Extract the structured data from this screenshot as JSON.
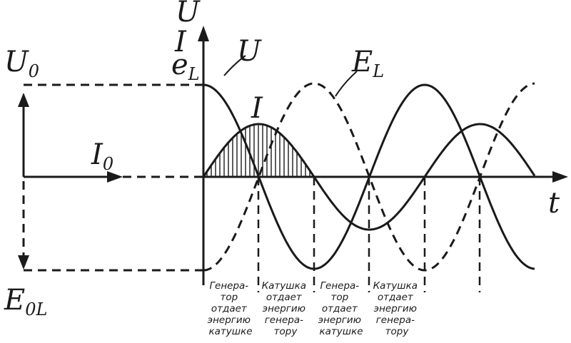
{
  "labels": {
    "U_axis": "U",
    "I_axis": "I",
    "eL_axis_main": "e",
    "eL_axis_sub": "L",
    "U_curve": "U",
    "I_curve": "I",
    "EL_curve_main": "E",
    "EL_curve_sub": "L",
    "t_axis": "t",
    "U0_main": "U",
    "U0_sub": "0",
    "I0_main": "I",
    "I0_sub": "0",
    "E0L_main": "E",
    "E0L_sub": "0L"
  },
  "phases": [
    [
      "Генера-",
      "тор",
      "отдает",
      "энергию",
      "катушке"
    ],
    [
      "Катушка",
      "отдает",
      "энергию",
      "генера-",
      "тору"
    ],
    [
      "Генера-",
      "тор",
      "отдает",
      "энергию",
      "катушке"
    ],
    [
      "Катушка",
      "отдает",
      "энергию",
      "генера-",
      "тору"
    ]
  ]
}
